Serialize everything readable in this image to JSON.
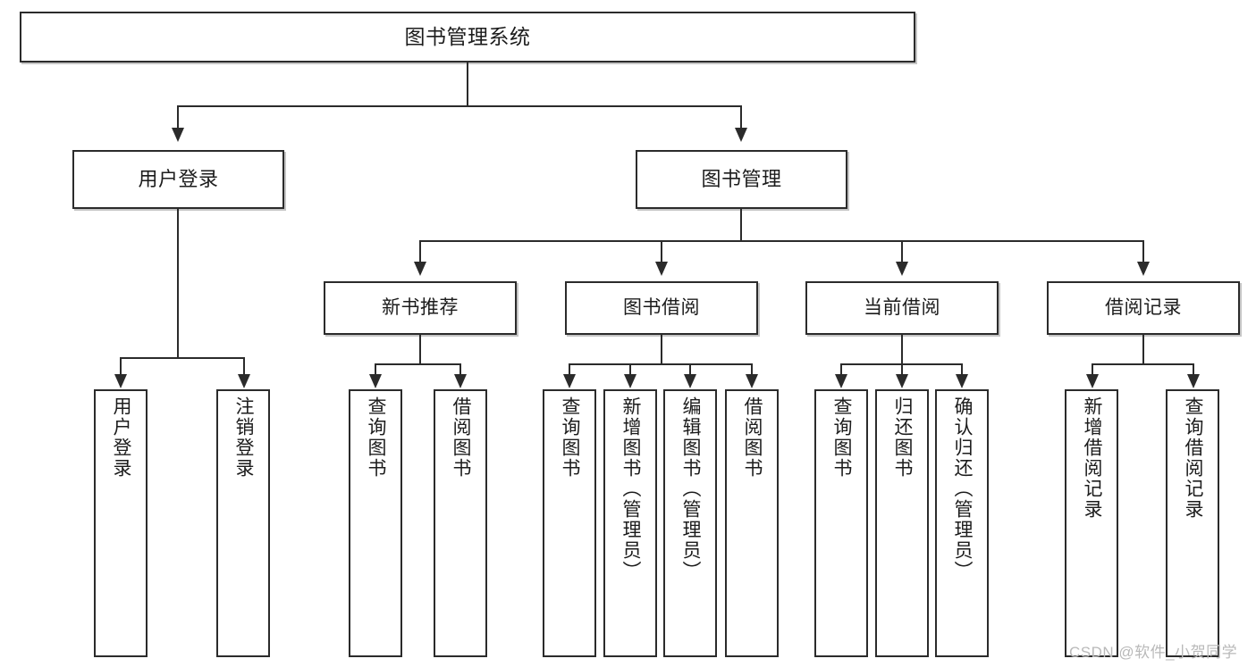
{
  "diagram": {
    "title": "图书管理系统",
    "type": "功能结构图",
    "root": {
      "label": "图书管理系统"
    },
    "level1": [
      {
        "label": "用户登录"
      },
      {
        "label": "图书管理"
      }
    ],
    "level2": [
      {
        "label": "新书推荐"
      },
      {
        "label": "图书借阅"
      },
      {
        "label": "当前借阅"
      },
      {
        "label": "借阅记录"
      }
    ],
    "leaves": {
      "user_login": [
        {
          "label": "用户登录"
        },
        {
          "label": "注销登录"
        }
      ],
      "new_book_recommend": [
        {
          "label": "查询图书"
        },
        {
          "label": "借阅图书"
        }
      ],
      "book_borrow": [
        {
          "label": "查询图书"
        },
        {
          "label": "新增图书（管理员）"
        },
        {
          "label": "编辑图书（管理员）"
        },
        {
          "label": "借阅图书"
        }
      ],
      "current_borrow": [
        {
          "label": "查询图书"
        },
        {
          "label": "归还图书"
        },
        {
          "label": "确认归还（管理员）"
        }
      ],
      "borrow_record": [
        {
          "label": "新增借阅记录"
        },
        {
          "label": "查询借阅记录"
        }
      ]
    }
  },
  "watermark": {
    "text": "CSDN @软件_小贺同学"
  },
  "colors": {
    "stroke": "#2b2b2b",
    "text": "#1c1c1c",
    "background": "#ffffff",
    "watermark": "#b9b9b9"
  }
}
